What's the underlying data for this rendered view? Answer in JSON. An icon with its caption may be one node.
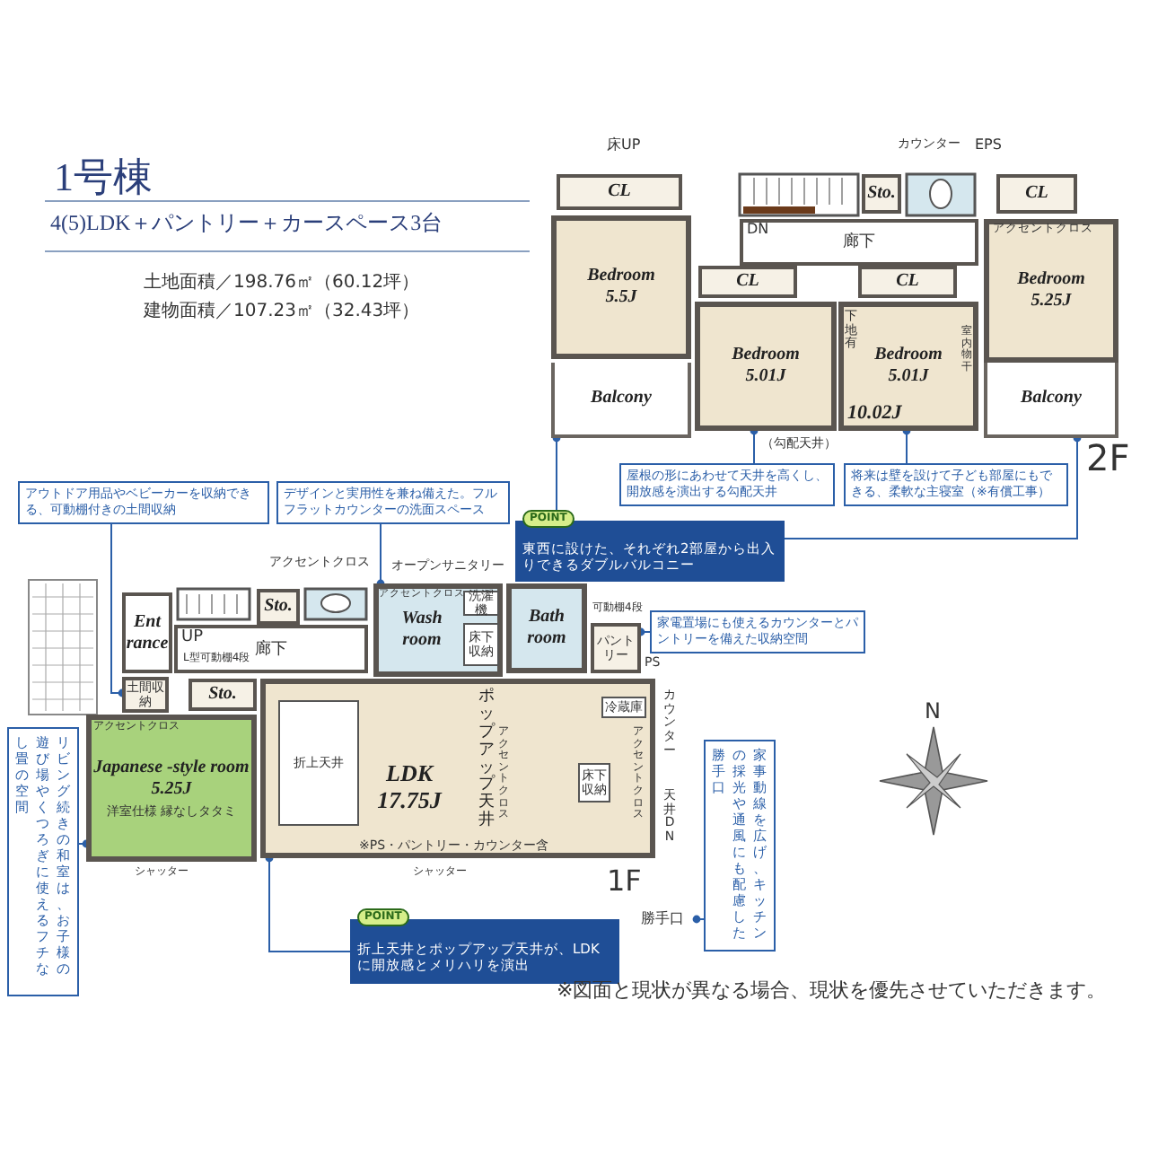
{
  "diagram": {
    "title": "1号棟",
    "nodes": [
      {
        "text": [
          "Bedroom 5.5J"
        ]
      },
      {
        "text": [
          "CL"
        ]
      },
      {
        "text": [
          "Sto."
        ]
      },
      {
        "text": [
          "CL"
        ]
      },
      {
        "text": [
          "廊下"
        ]
      },
      {
        "text": [
          "Bedroom 5.25J"
        ]
      },
      {
        "text": [
          "CL"
        ]
      },
      {
        "text": [
          "CL"
        ]
      },
      {
        "text": [
          "Bedroom 5.01J"
        ],
        "beside": [
          "（勾配天井）"
        ]
      },
      {
        "text": [
          "Bedroom 5.01J"
        ]
      },
      {
        "text": [
          "Balcony"
        ]
      },
      {
        "text": [
          "Balcony"
        ]
      },
      {
        "text": [
          "屋根の形にあわせて天井を高くし、開放感を演出する勾配天井"
        ]
      },
      {
        "text": [
          "将来は壁を設けて子ども部屋にもできる、柔軟な主寝室（※有償工事）"
        ]
      },
      {
        "text": [
          "POINT",
          "東西に設けた、それぞれ2部屋から出入りできるダブルバルコニー"
        ]
      },
      {
        "text": [
          "Ent rance"
        ]
      },
      {
        "text": [
          "土間収納"
        ]
      },
      {
        "text": [
          "Sto."
        ]
      },
      {
        "text": [
          "Sto."
        ]
      },
      {
        "text": [
          "廊下"
        ]
      },
      {
        "text": [
          "Wash room"
        ]
      },
      {
        "text": [
          "床下収納"
        ],
        "in": 20
      },
      {
        "text": [
          "洗濯機"
        ],
        "in": 20
      },
      {
        "text": [
          "Bath room"
        ]
      },
      {
        "text": [
          "パントリー"
        ]
      },
      {
        "text": [
          "Japanese -style room 5.25J",
          "洋室仕様 縁なしタタミ"
        ]
      },
      {
        "text": [
          "LDK 17.75J",
          "※PS・パントリー・カウンター含"
        ]
      },
      {
        "text": [
          "折上天井"
        ],
        "in": 26
      },
      {
        "text": [
          "床下収納"
        ],
        "in": 26
      },
      {
        "text": [
          "冷蔵庫"
        ],
        "in": 26
      },
      {
        "text": [
          "アウトドア用品やベビーカーを収納できる、可動棚付きの土間収納"
        ]
      },
      {
        "text": [
          "デザインと実用性を兼ね備えた。フルフラットカウンターの洗面スペース"
        ]
      },
      {
        "text": [
          "家電置場にも使えるカウンターとパントリーを備えた収納空間"
        ]
      },
      {
        "text": [
          "リビング続きの和室は、お子様の遊び場やくつろぎに使えるフチなし畳の空間"
        ]
      },
      {
        "text": [
          "家事動線を広げ、キッチンの採光や通風にも配慮した勝手口"
        ]
      },
      {
        "text": [
          "勝手口"
        ]
      },
      {
        "text": [
          "POINT",
          "折上天井とポップアップ天井が、LDKに開放感とメリハリを演出"
        ]
      }
    ],
    "edges": [
      {
        "from": 12,
        "to": 8,
        "arrow": "other"
      },
      {
        "from": 13,
        "to": 9,
        "arrow": "other"
      },
      {
        "from": 14,
        "to": 10,
        "arrow": "other"
      },
      {
        "from": 14,
        "to": 11,
        "arrow": "other"
      },
      {
        "from": 30,
        "to": 16,
        "arrow": "other"
      },
      {
        "from": 31,
        "to": 20,
        "arrow": "other"
      },
      {
        "from": 32,
        "to": 24,
        "arrow": "other"
      },
      {
        "from": 33,
        "to": 25,
        "arrow": "other"
      },
      {
        "from": 34,
        "to": 35,
        "arrow": "other"
      },
      {
        "from": 36,
        "to": 26,
        "arrow": "other"
      }
    ],
    "labels": [
      "4(5)LDK＋パントリー＋カースペース3台",
      "土地面積／198.76㎡（60.12坪）",
      "建物面積／107.23㎡（32.43坪）",
      "床UP",
      "カウンター",
      "EPS",
      "DN",
      "アクセントクロス",
      "下地有",
      "室内物干",
      "10.02J",
      "2F",
      "アクセントクロス",
      "オープンサニタリー",
      "UP",
      "アクセントクロス",
      "L型可動棚4段",
      "可動棚4段",
      "PS",
      "アクセントクロス",
      "ポップアップ天井",
      "アクセントクロス",
      "カウンター",
      "アクセントクロス",
      "天井DN",
      "シャッター",
      "シャッター",
      "1F",
      "N",
      "※図面と現状が異なる場合、現状を優先させていただきます。"
    ]
  }
}
